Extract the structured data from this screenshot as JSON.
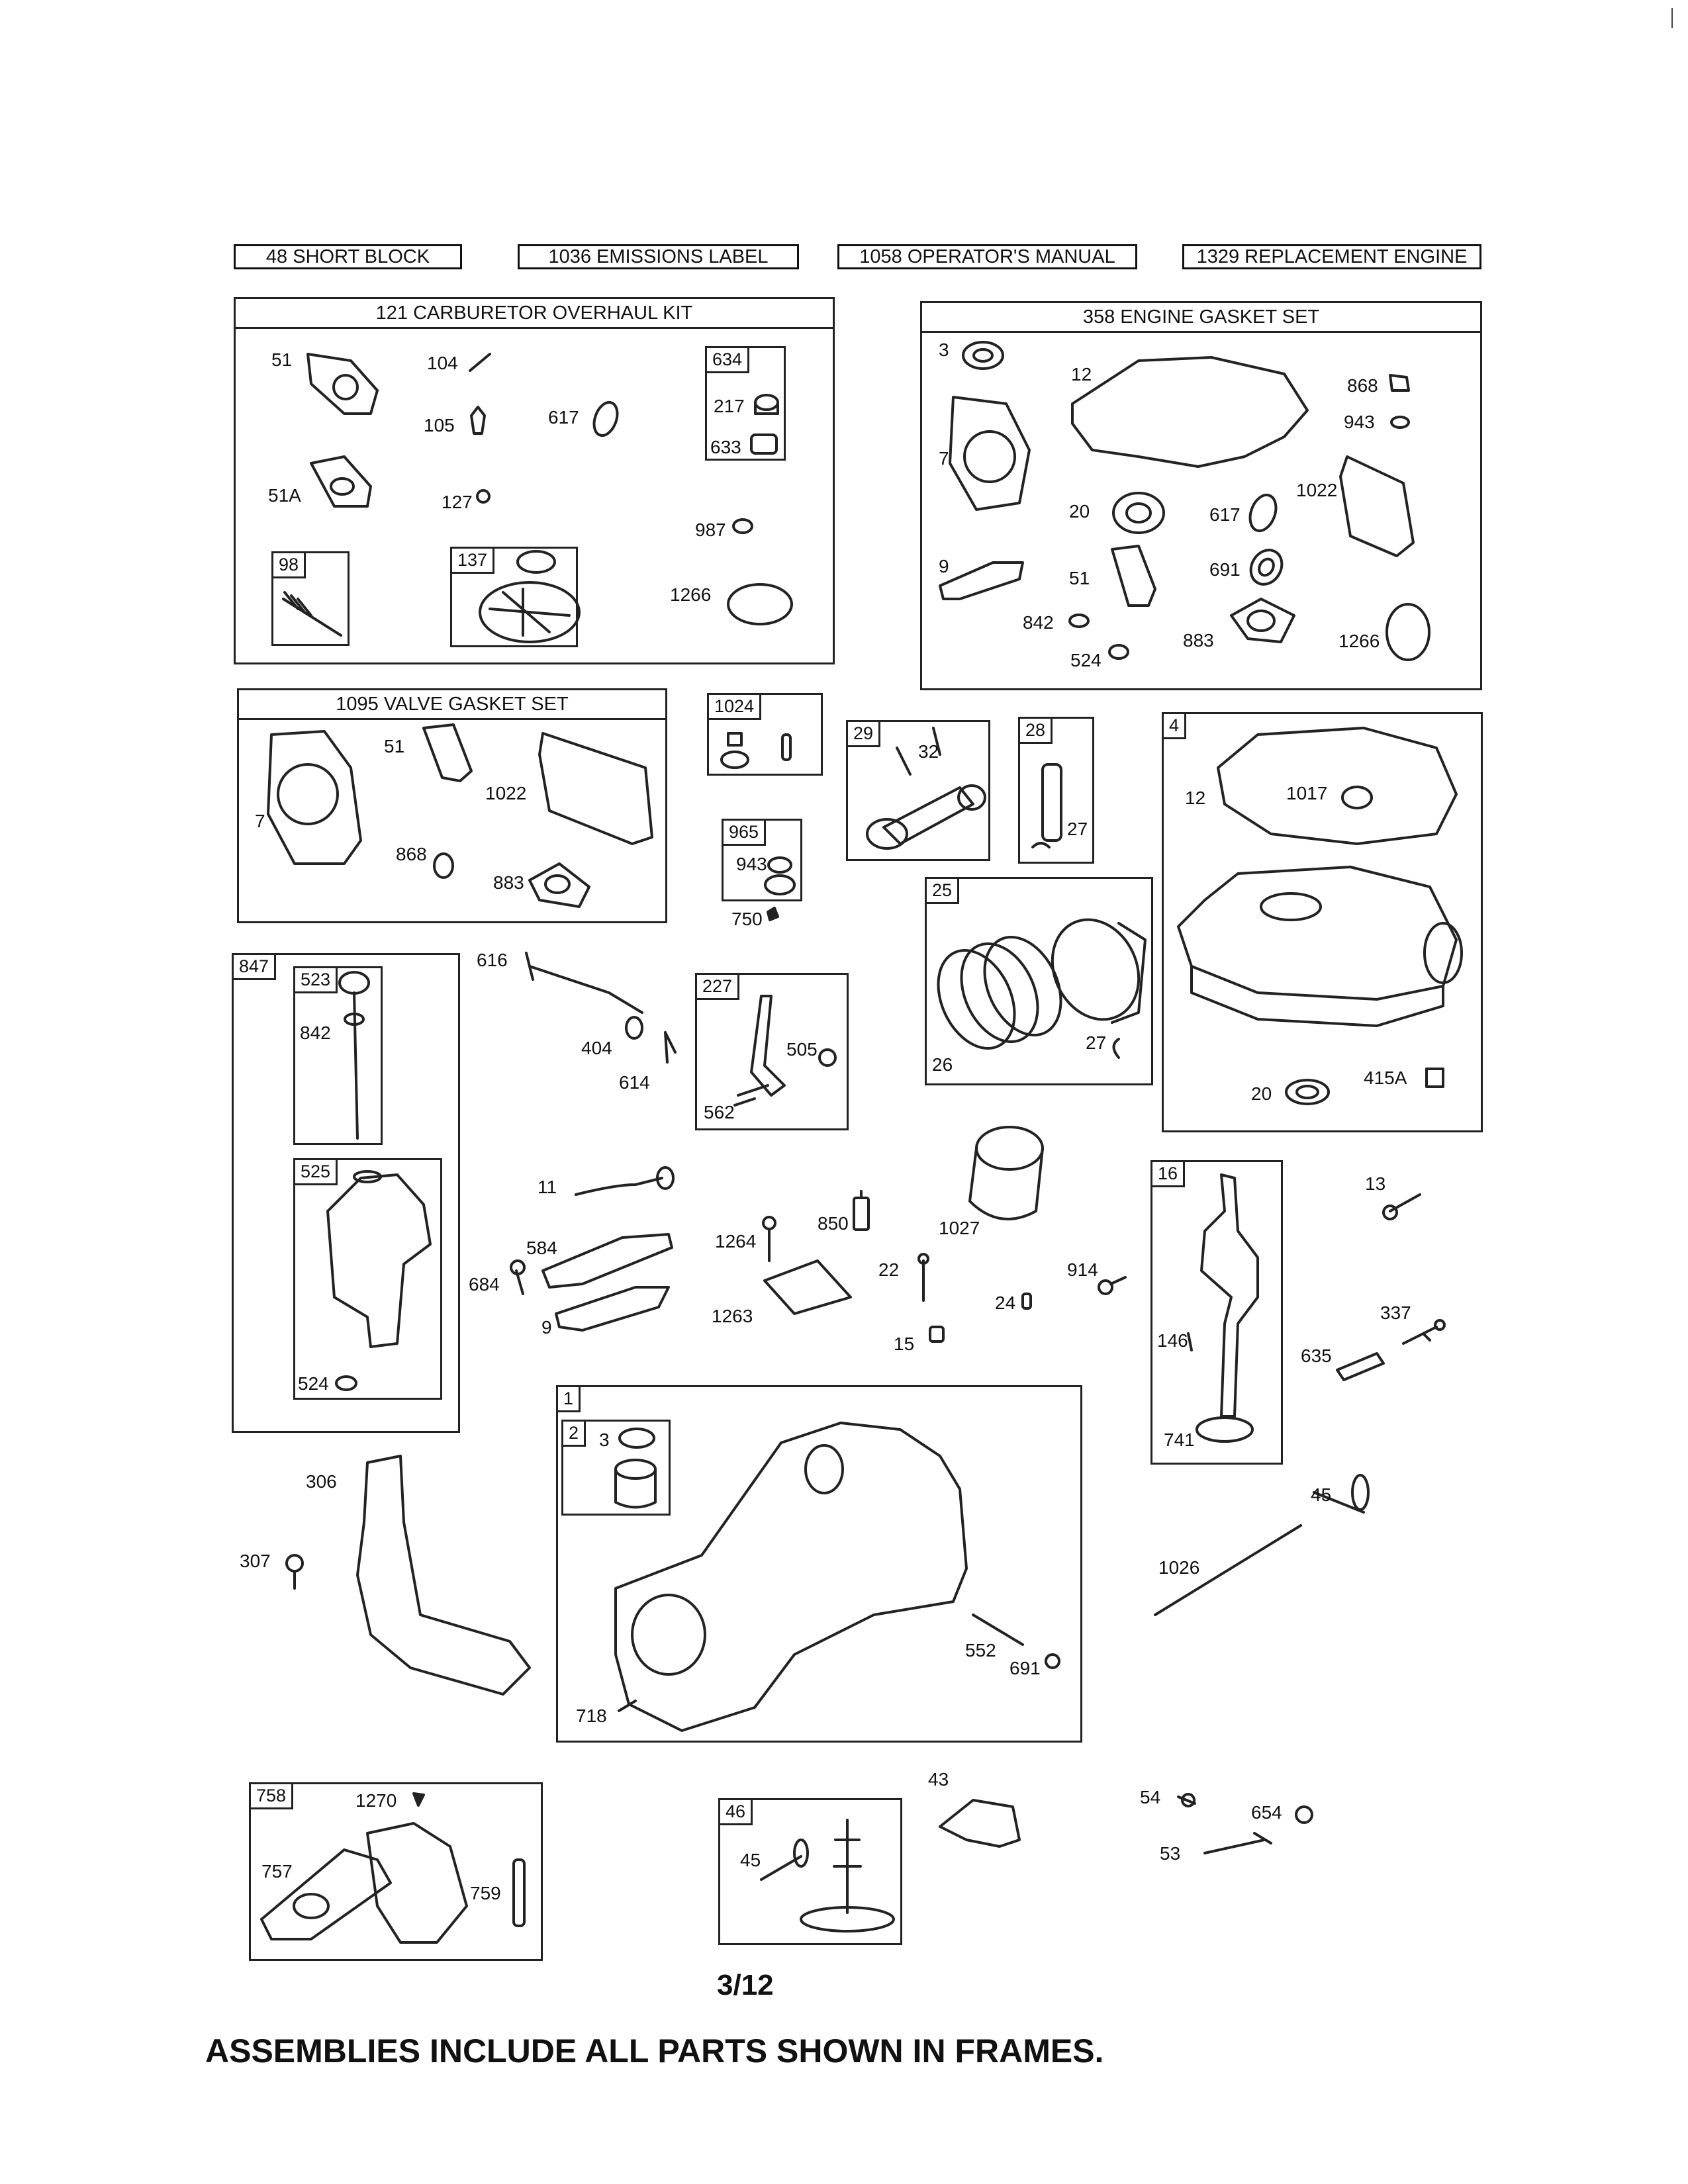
{
  "headers": [
    {
      "text": "48 SHORT BLOCK"
    },
    {
      "text": "1036 EMISSIONS LABEL"
    },
    {
      "text": "1058 OPERATOR'S MANUAL"
    },
    {
      "text": "1329 REPLACEMENT ENGINE"
    }
  ],
  "frames": {
    "carb_kit": "121 CARBURETOR OVERHAUL KIT",
    "engine_gasket": "358 ENGINE GASKET SET",
    "valve_gasket": "1095 VALVE GASKET SET"
  },
  "badges": {
    "b634": "634",
    "b98": "98",
    "b137": "137",
    "b1024": "1024",
    "b965": "965",
    "b29": "29",
    "b28": "28",
    "b4": "4",
    "b25": "25",
    "b847": "847",
    "b523": "523",
    "b525": "525",
    "b227": "227",
    "b16": "16",
    "b1": "1",
    "b2": "2",
    "b758": "758",
    "b46": "46"
  },
  "labels": {
    "l51": "51",
    "l104": "104",
    "l105": "105",
    "l617": "617",
    "l217": "217",
    "l633": "633",
    "l51a": "51A",
    "l127": "127",
    "l987": "987",
    "l1266": "1266",
    "g3": "3",
    "g12": "12",
    "g868": "868",
    "g943": "943",
    "g7": "7",
    "g20": "20",
    "g617": "617",
    "g1022": "1022",
    "g9": "9",
    "g51": "51",
    "g691": "691",
    "g842": "842",
    "g883": "883",
    "g1266": "1266",
    "g524": "524",
    "v7": "7",
    "v51": "51",
    "v1022": "1022",
    "v868": "868",
    "v883": "883",
    "l943b": "943",
    "l750": "750",
    "l32": "32",
    "l27a": "27",
    "c12": "12",
    "c1017": "1017",
    "c20": "20",
    "c415a": "415A",
    "r26": "26",
    "r27": "27",
    "d842": "842",
    "d524": "524",
    "l616": "616",
    "l404": "404",
    "l614": "614",
    "l505": "505",
    "l562": "562",
    "l11": "11",
    "l584": "584",
    "l684": "684",
    "l9": "9",
    "l1264": "1264",
    "l850": "850",
    "l1027": "1027",
    "l22": "22",
    "l1263": "1263",
    "l914": "914",
    "l24": "24",
    "l15": "15",
    "l13": "13",
    "l337": "337",
    "l635": "635",
    "l146": "146",
    "l741": "741",
    "l306": "306",
    "l307": "307",
    "l3": "3",
    "l552": "552",
    "l691": "691",
    "l718": "718",
    "l45a": "45",
    "l1026": "1026",
    "l1270": "1270",
    "l757": "757",
    "l759": "759",
    "l43": "43",
    "l45b": "45",
    "l54": "54",
    "l654": "654",
    "l53": "53"
  },
  "page_number": "3/12",
  "footer": "ASSEMBLIES INCLUDE ALL PARTS SHOWN IN FRAMES."
}
